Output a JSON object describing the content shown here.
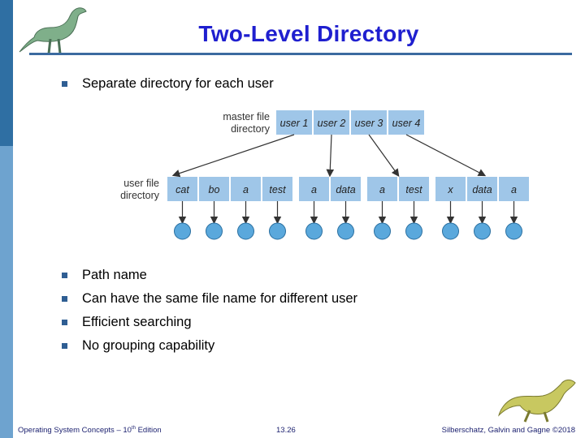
{
  "slide": {
    "title": "Two-Level Directory",
    "intro_bullet": "Separate directory for each user",
    "bullets": [
      "Path name",
      "Can have the same file name for different user",
      "Efficient searching",
      "No grouping capability"
    ]
  },
  "diagram": {
    "master_label_line1": "master file",
    "master_label_line2": "directory",
    "user_label_line1": "user file",
    "user_label_line2": "directory",
    "users": [
      "user 1",
      "user 2",
      "user 3",
      "user 4"
    ],
    "user_dirs": [
      [
        "cat",
        "bo",
        "a",
        "test"
      ],
      [
        "a",
        "data"
      ],
      [
        "a",
        "test"
      ],
      [
        "x",
        "data",
        "a"
      ]
    ],
    "cell_color": "#9fc6e8",
    "file_color": "#5aa8dc"
  },
  "footer": {
    "left_prefix": "Operating System Concepts – 10",
    "left_sup": "th",
    "left_suffix": " Edition",
    "page": "13.26",
    "right": "Silberschatz, Galvin and Gagne ©2018"
  },
  "icons": [
    "dinosaur-icon-top",
    "dinosaur-icon-bottom"
  ]
}
